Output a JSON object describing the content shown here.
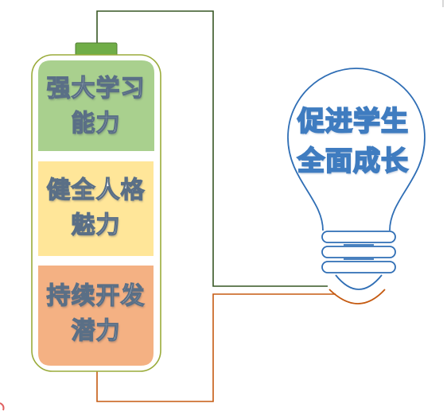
{
  "battery": {
    "segments": [
      {
        "line1": "强大学习",
        "line2": "能力"
      },
      {
        "line1": "健全人格",
        "line2": "魅力"
      },
      {
        "line1": "持续开发",
        "line2": "潜力"
      }
    ]
  },
  "bulb": {
    "line1": "促进学生",
    "line2": "全面成长"
  },
  "colors": {
    "segment_green": "#a9d08e",
    "segment_yellow": "#ffe699",
    "segment_orange": "#f4b183",
    "battery_outline": "#9aab3a",
    "terminal": "#70ad47",
    "wire_top": "#375623",
    "wire_bottom": "#c55a11",
    "bulb_outline": "#2f6eb5"
  }
}
